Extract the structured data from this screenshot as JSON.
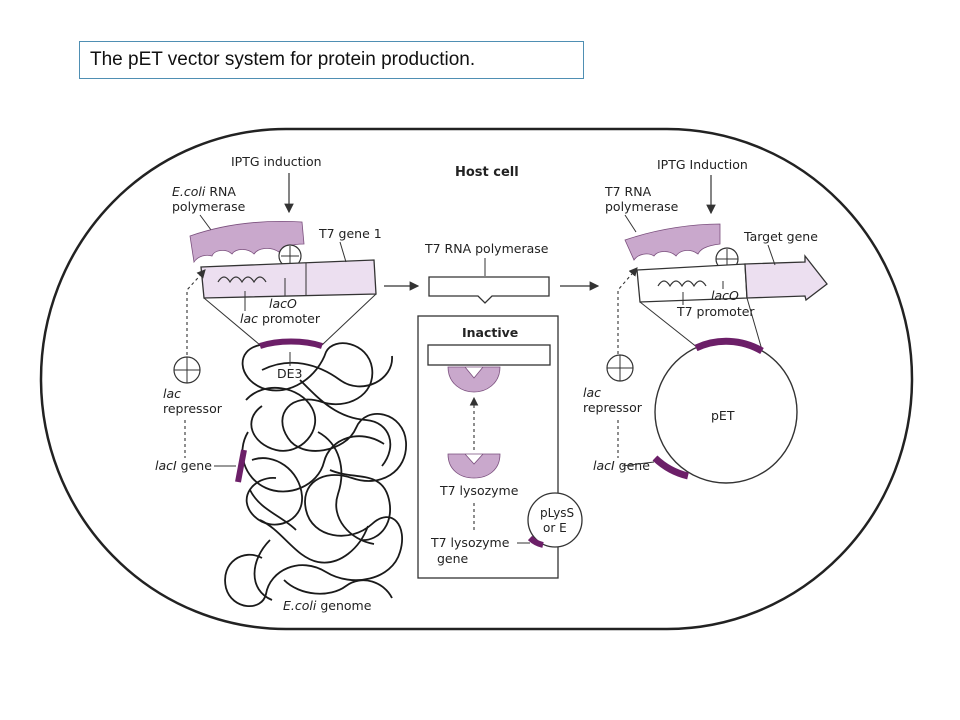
{
  "title": "The pET vector system for protein production.",
  "colors": {
    "lilac": "#c9a8cc",
    "lilac_light": "#ecdff0",
    "purple_mark": "#6c1f68",
    "outline": "#333333"
  },
  "labels": {
    "host_cell": "Host cell",
    "left": {
      "iptg": "IPTG induction",
      "rnap_italic": "E.coli",
      "rnap_rest": " RNA",
      "rnap_line2": "polymerase",
      "t7gene1": "T7 gene 1",
      "laco": "lacO",
      "lac_italic": "lac",
      "lac_rest": " promoter",
      "de3": "DE3",
      "repressor_italic": "lac",
      "repressor_line2": "repressor",
      "laci_italic": "lacI",
      "laci_rest": " gene",
      "genome_italic": "E.coli",
      "genome_rest": " genome"
    },
    "middle": {
      "t7rnap": "T7 RNA polymerase",
      "inactive": "Inactive",
      "lysozyme": "T7 lysozyme",
      "lysozyme_gene_1": "T7 lysozyme",
      "lysozyme_gene_2": "gene",
      "plyss_1": "pLysS",
      "plyss_2": "or E"
    },
    "right": {
      "iptg": "IPTG Induction",
      "rnap_1": "T7 RNA",
      "rnap_2": "polymerase",
      "target": "Target gene",
      "laco": "lacO",
      "t7prom": "T7 promoter",
      "pet": "pET",
      "repressor_italic": "lac",
      "repressor_line2": "repressor",
      "laci_italic": "lacI",
      "laci_rest": " gene"
    }
  }
}
